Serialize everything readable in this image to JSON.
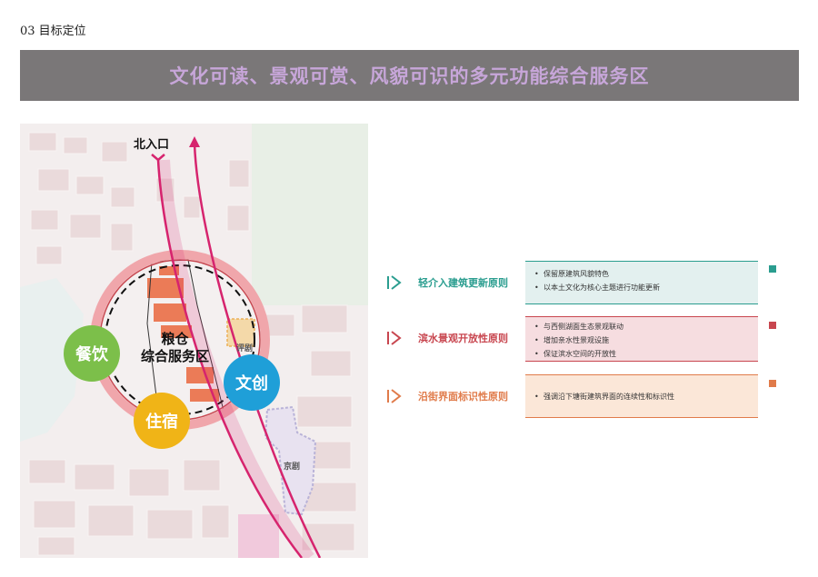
{
  "page": {
    "section_label": "03 目标定位",
    "banner_title": "文化可读、景观可赏、风貌可识的多元功能综合服务区"
  },
  "map": {
    "north_entrance": "北入口",
    "granary_line1": "粮仓",
    "granary_line2": "综合服务区",
    "badge_food": "餐饮",
    "badge_stay": "住宿",
    "badge_culture": "文创",
    "label_pingju": "评剧",
    "label_jingju": "京剧"
  },
  "principles": [
    {
      "title": "轻介入建筑更新原则",
      "color": "#2a9d8f",
      "box_bg": "#e3f0ef",
      "items": [
        "保留原建筑风貌特色",
        "以本土文化为核心主题进行功能更新"
      ]
    },
    {
      "title": "滨水景观开放性原则",
      "color": "#c8464f",
      "box_bg": "#f6dde0",
      "items": [
        "与西侧湖面生态景观联动",
        "增加亲水性景观设施",
        "保证滨水空间的开放性"
      ]
    },
    {
      "title": "沿街界面标识性原则",
      "color": "#e07b4a",
      "box_bg": "#fbe7d8",
      "items": [
        "强调沿下塘街建筑界面的连续性和标识性"
      ]
    }
  ],
  "colors": {
    "banner_bg": "#7a7778",
    "banner_text": "#c7a6d9",
    "route": "#d6246e",
    "building": "#e8643a"
  }
}
